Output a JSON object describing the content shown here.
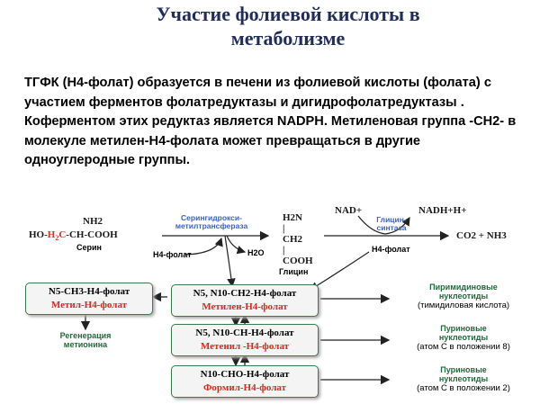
{
  "title": "Участие фолиевой кислоты в метаболизме",
  "paragraph": "ТГФК (Н4-фолат) образуется в печени из фолиевой кислоты (фолата) с участием ферментов фолатредуктазы и дигидрофолатредуктазы . Коферментом этих редуктаз является NADPH. Метиленовая группа -СН2- в молекуле метилен-Н4-фолата может превращаться в другие одноуглеродные группы.",
  "diagram": {
    "serine_top": "NH2",
    "serine_formula": "HO-H2C-CH-COOH",
    "serine_name": "Серин",
    "enzyme1_line1": "Серингидрокси-",
    "enzyme1_line2": "метилтрансфераза",
    "h4folate_in": "Н4-фолат",
    "water": "Н2О",
    "glycine_h2n": "H2N",
    "glycine_ch2": "CH2",
    "glycine_cooh": "COOH",
    "glycine_name": "Глицин",
    "nad": "NAD+",
    "nadh": "NADH+H+",
    "enzyme2_line1": "Глицин-",
    "enzyme2_line2": "синтаза",
    "h4folate_right": "Н4-фолат",
    "co2_nh3": "CO2 + NH3",
    "box_methyl_line1": "N5-CH3-H4-фолат",
    "box_methyl_line2": "Метил-Н4-фолат",
    "box_methylene_line1": "N5, N10-CH2-H4-фолат",
    "box_methylene_line2": "Метилен-Н4-фолат",
    "box_methenyl_line1": "N5, N10-CH-H4-фолат",
    "box_methenyl_line2": "Метенил -Н4-фолат",
    "box_formyl_line1": "N10-CHO-H4-фолат",
    "box_formyl_line2": "Формил-Н4-фолат",
    "regen_line1": "Регенерация",
    "regen_line2": "метионина",
    "pyrimidine_line1": "Пиримидиновые",
    "pyrimidine_line2": "нуклеотиды",
    "pyrimidine_line3": "(тимидиловая кислота)",
    "purine1_line1": "Пуриновые",
    "purine1_line2": "нуклеотиды",
    "purine1_line3": "(атом С в положении 8)",
    "purine2_line1": "Пуриновые",
    "purine2_line2": "нуклеотиды",
    "purine2_line3": "(атом С в положении 2)"
  }
}
